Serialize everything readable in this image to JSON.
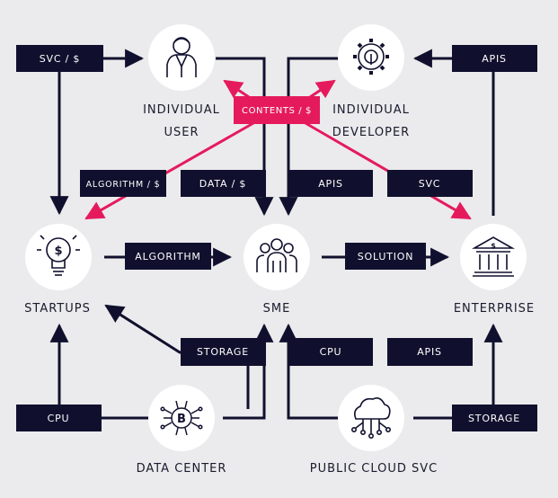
{
  "colors": {
    "navy": "#10102e",
    "pink": "#e51a5d",
    "background": "#ebebed",
    "circle": "#ffffff"
  },
  "nodes": {
    "individual_user": {
      "label_line1": "INDIVIDUAL",
      "label_line2": "USER",
      "icon": "person-icon"
    },
    "individual_developer": {
      "label_line1": "INDIVIDUAL",
      "label_line2": "DEVELOPER",
      "icon": "gear-icon"
    },
    "startups": {
      "label": "STARTUPS",
      "icon": "lightbulb-dollar-icon"
    },
    "sme": {
      "label": "SME",
      "icon": "group-icon"
    },
    "enterprise": {
      "label": "ENTERPRISE",
      "icon": "bank-building-icon"
    },
    "data_center": {
      "label": "DATA CENTER",
      "icon": "bitcoin-chip-icon"
    },
    "public_cloud": {
      "label": "PUBLIC CLOUD SVC",
      "icon": "cloud-network-icon"
    }
  },
  "labels": {
    "svc_dollar": "SVC / $",
    "apis_top": "APIS",
    "contents_dollar": "CONTENTS / $",
    "algorithm_dollar": "ALGORITHM / $",
    "data_dollar": "DATA / $",
    "apis_mid": "APIS",
    "svc_mid": "SVC",
    "algorithm": "ALGORITHM",
    "solution": "SOLUTION",
    "storage_left": "STORAGE",
    "cpu_mid": "CPU",
    "apis_bottom": "APIS",
    "cpu_left": "CPU",
    "storage_right": "STORAGE"
  }
}
